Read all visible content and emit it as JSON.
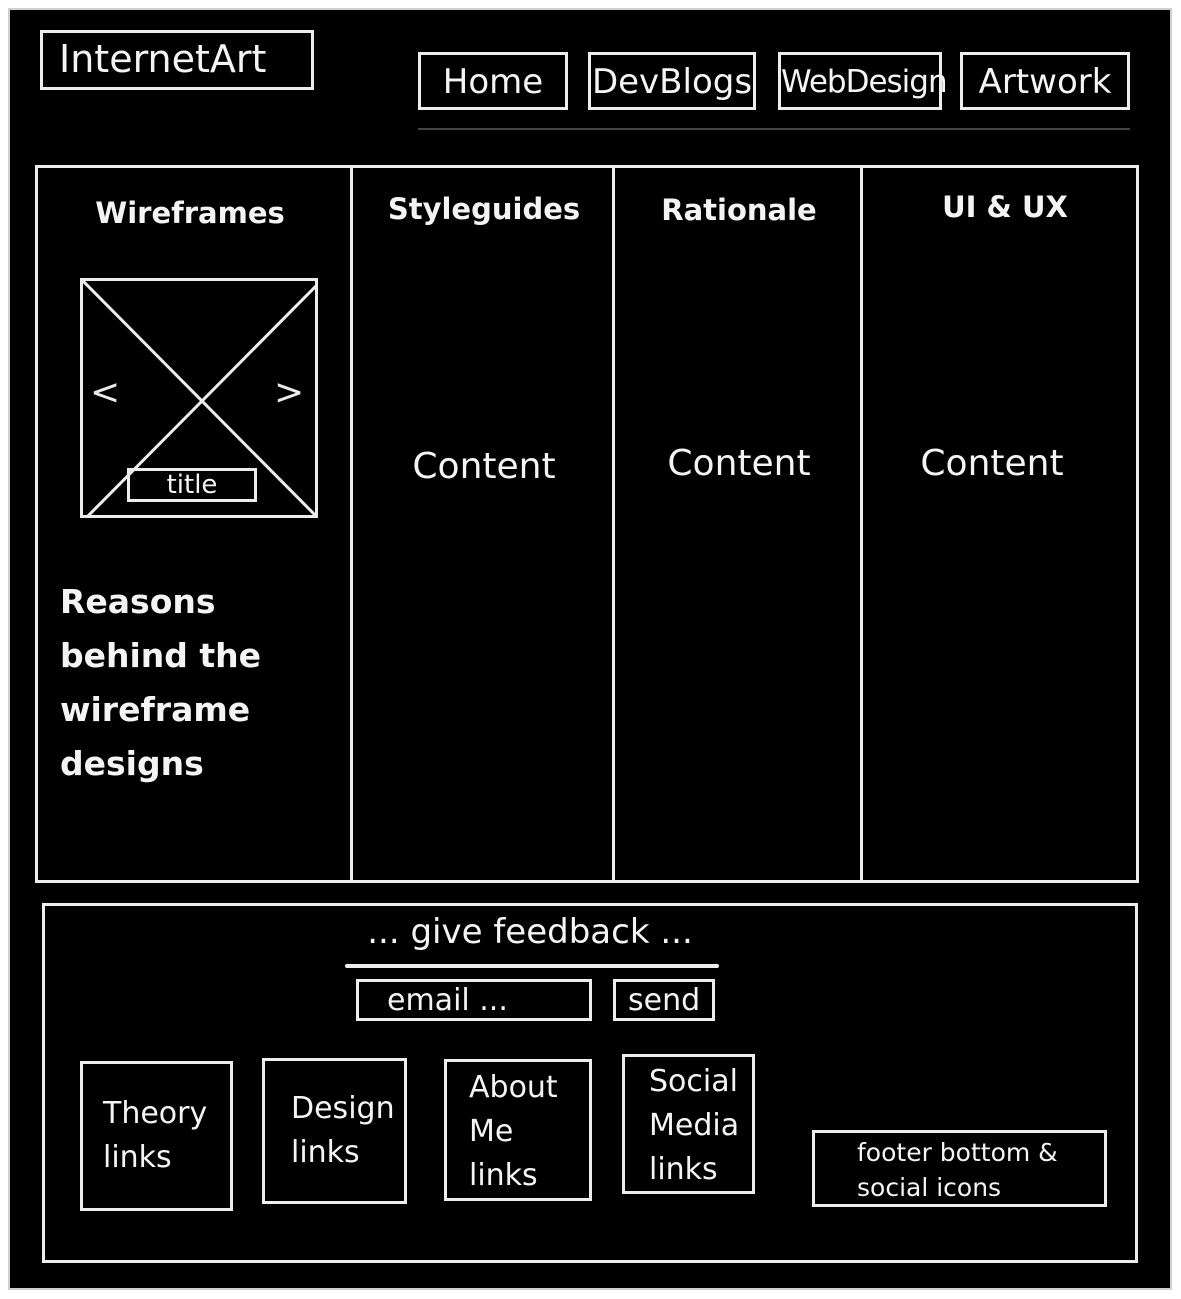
{
  "header": {
    "logo_text": "InternetArt",
    "nav": [
      "Home",
      "DevBlogs",
      "WebDesign",
      "Artwork"
    ]
  },
  "main": {
    "columns": [
      {
        "title": "Wireframes",
        "slider_caption": "title",
        "prev_arrow": "<",
        "next_arrow": ">",
        "description": "Reasons behind the wireframe designs"
      },
      {
        "title": "Styleguides",
        "content": "Content"
      },
      {
        "title": "Rationale",
        "content": "Content"
      },
      {
        "title": "UI & UX",
        "content": "Content"
      }
    ]
  },
  "footer": {
    "feedback_label": "... give feedback ...",
    "email_placeholder": "email ...",
    "send_label": "send",
    "link_boxes": [
      "Theory\nlinks",
      "Design\nlinks",
      "About\nMe\nlinks",
      "Social\nMedia\nlinks",
      "footer bottom &\nsocial icons"
    ]
  },
  "colors": {
    "background": "#000000",
    "line": "#ededed",
    "text": "#f4f4f4"
  }
}
